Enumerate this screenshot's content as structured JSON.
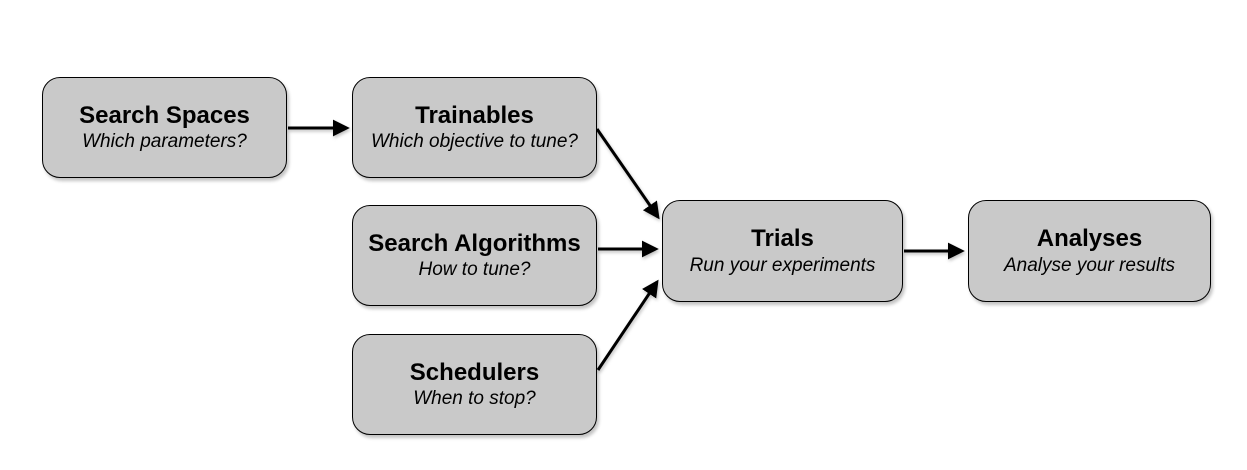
{
  "diagram": {
    "colors": {
      "background": "#ffffff",
      "box_fill": "#c9c9c9",
      "box_border": "#000000",
      "arrow": "#000000",
      "text": "#000000"
    },
    "nodes": [
      {
        "id": "search-spaces",
        "title": "Search Spaces",
        "subtitle": "Which parameters?"
      },
      {
        "id": "trainables",
        "title": "Trainables",
        "subtitle": "Which objective to tune?"
      },
      {
        "id": "search-algorithms",
        "title": "Search Algorithms",
        "subtitle": "How to tune?"
      },
      {
        "id": "schedulers",
        "title": "Schedulers",
        "subtitle": "When to stop?"
      },
      {
        "id": "trials",
        "title": "Trials",
        "subtitle": "Run your experiments"
      },
      {
        "id": "analyses",
        "title": "Analyses",
        "subtitle": "Analyse your results"
      }
    ],
    "edges": [
      {
        "from": "search-spaces",
        "to": "trainables"
      },
      {
        "from": "trainables",
        "to": "trials"
      },
      {
        "from": "search-algorithms",
        "to": "trials"
      },
      {
        "from": "schedulers",
        "to": "trials"
      },
      {
        "from": "trials",
        "to": "analyses"
      }
    ]
  }
}
